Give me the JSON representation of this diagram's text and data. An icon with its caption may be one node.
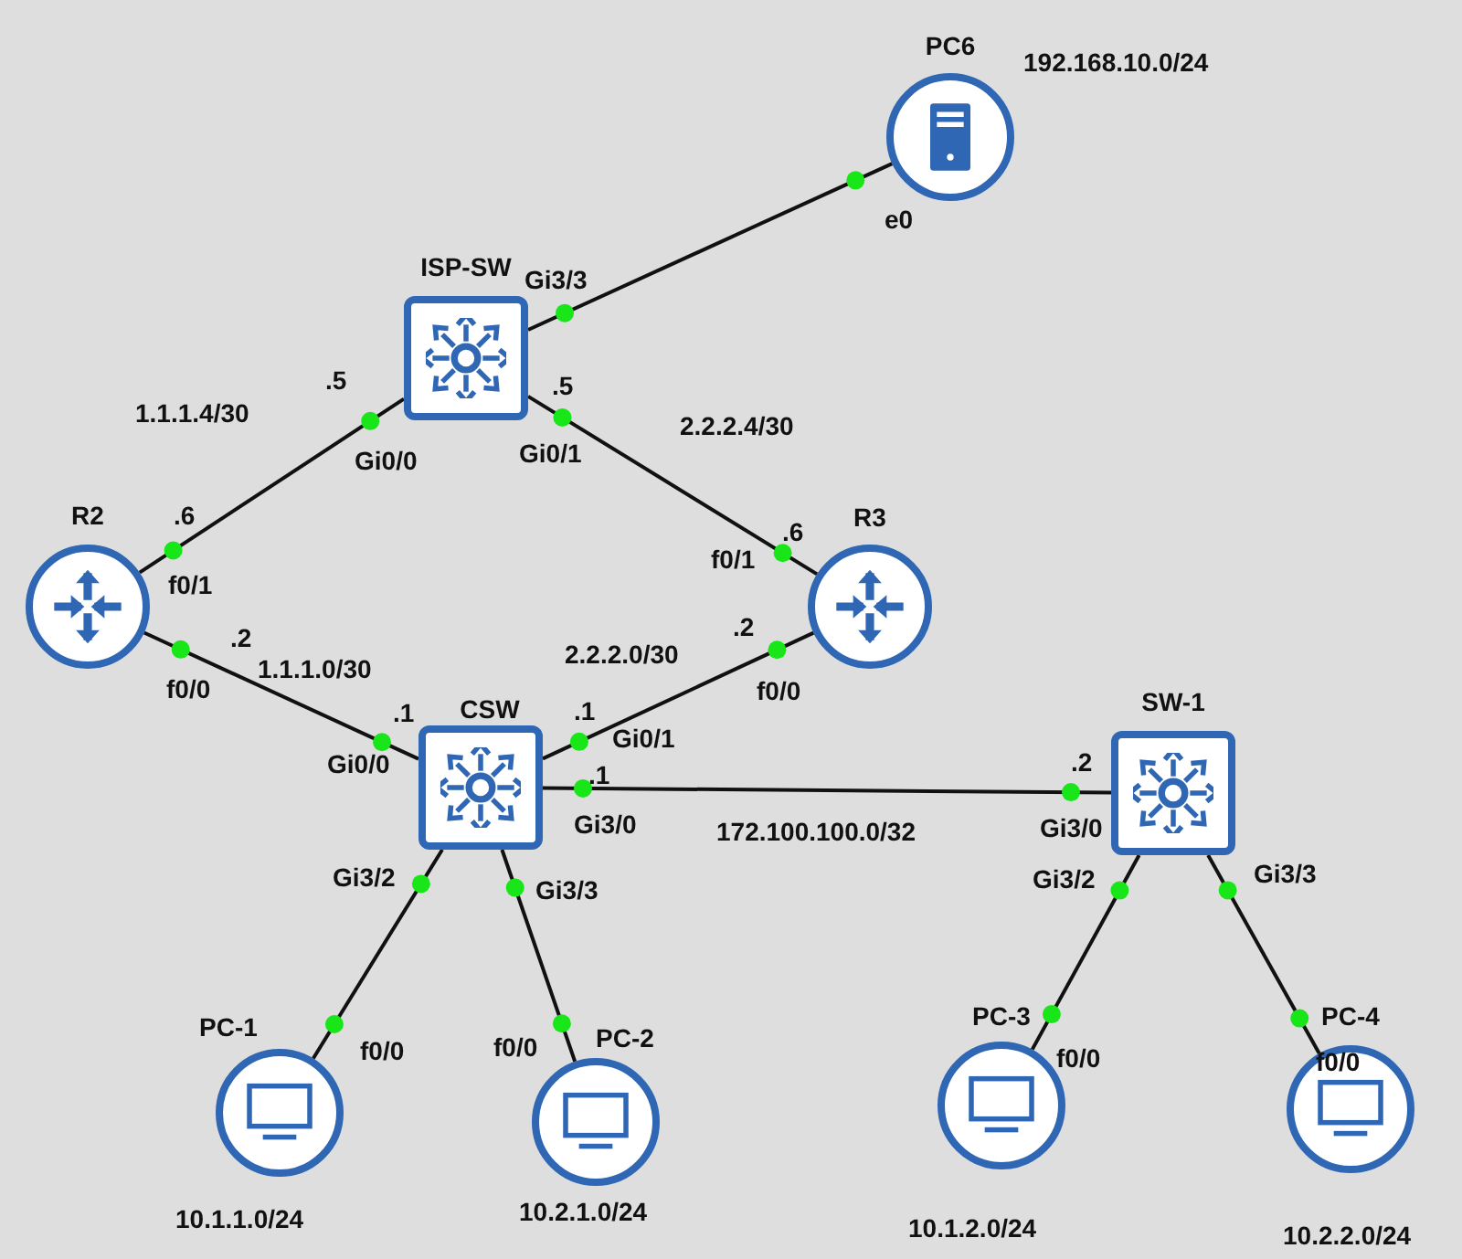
{
  "diagram": {
    "nodes": [
      {
        "text": [
          "PC6"
        ],
        "beside": [
          "192.168.10.0/24"
        ]
      },
      {
        "text": [
          "ISP-SW"
        ]
      },
      {
        "text": [
          "R2"
        ]
      },
      {
        "text": [
          "R3"
        ]
      },
      {
        "text": [
          "CSW"
        ]
      },
      {
        "text": [
          "SW-1"
        ]
      },
      {
        "text": [
          "PC-1"
        ],
        "beside": [
          "10.1.1.0/24"
        ]
      },
      {
        "text": [
          "PC-2"
        ],
        "beside": [
          "10.2.1.0/24"
        ]
      },
      {
        "text": [
          "PC-3"
        ],
        "beside": [
          "10.1.2.0/24"
        ]
      },
      {
        "text": [
          "PC-4"
        ],
        "beside": [
          "10.2.2.0/24"
        ]
      }
    ],
    "edges": [
      {
        "from": 1,
        "to": 0,
        "arrow": "none"
      },
      {
        "from": 2,
        "to": 1,
        "arrow": "none"
      },
      {
        "from": 1,
        "to": 3,
        "arrow": "none"
      },
      {
        "from": 2,
        "to": 4,
        "arrow": "none"
      },
      {
        "from": 3,
        "to": 4,
        "arrow": "none"
      },
      {
        "from": 4,
        "to": 5,
        "arrow": "none"
      },
      {
        "from": 4,
        "to": 6,
        "arrow": "none"
      },
      {
        "from": 4,
        "to": 7,
        "arrow": "none"
      },
      {
        "from": 5,
        "to": 8,
        "arrow": "none"
      },
      {
        "from": 5,
        "to": 9,
        "arrow": "none"
      }
    ],
    "labels": [
      "e0",
      "Gi3/3",
      "1.1.1.4/30",
      ".5",
      ".5",
      "2.2.2.4/30",
      "Gi0/0",
      "Gi0/1",
      ".6",
      ".6",
      "f0/1",
      "f0/1",
      ".2",
      ".2",
      "1.1.1.0/30",
      "2.2.2.0/30",
      "f0/0",
      "f0/0",
      ".1",
      ".1",
      "Gi0/0",
      "Gi0/1",
      ".2",
      ".1",
      "Gi3/0",
      "172.100.100.0/32",
      "Gi3/0",
      "Gi3/2",
      "Gi3/2",
      "Gi3/3",
      "Gi3/3",
      "f0/0",
      "f0/0",
      "f0/0",
      "f0/0"
    ]
  }
}
